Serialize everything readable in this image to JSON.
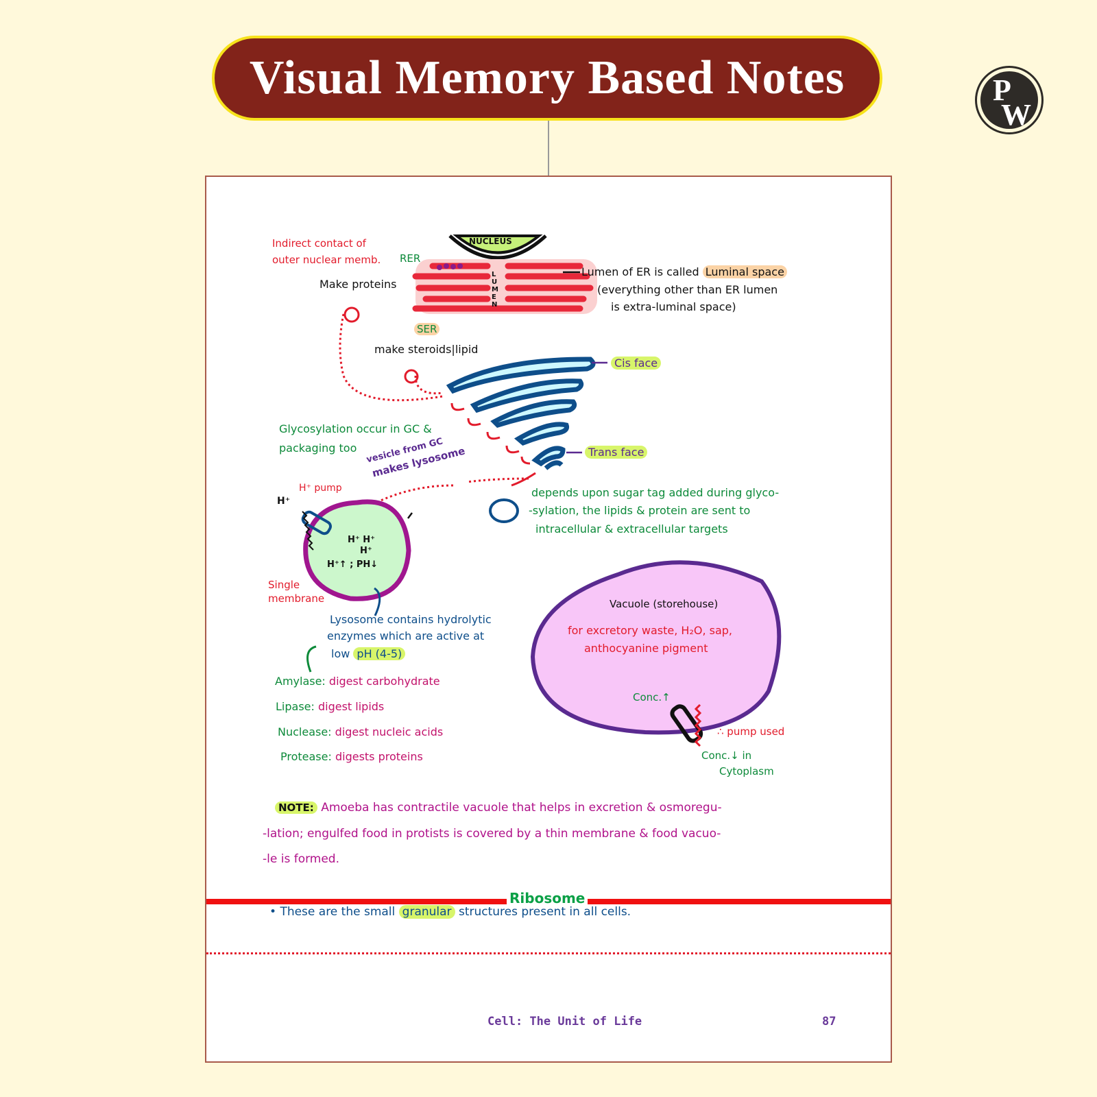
{
  "header": {
    "title": "Visual Memory Based Notes",
    "logo": {
      "top_letter": "P",
      "bottom_letter": "W"
    }
  },
  "colors": {
    "background": "#fff9db",
    "banner_fill": "#82231a",
    "banner_border": "#f7e21b",
    "page_border": "#a85a4a",
    "ribbon": "#f01010",
    "er": "#e8283a",
    "golgi": "#0e4e8a",
    "lysosome_fill": "#ccf7cc",
    "lysosome_border": "#a0168f",
    "vacuole_fill": "#f8c6f8",
    "vacuole_border": "#5a2a90"
  },
  "er_section": {
    "nucleus_label": "NUCLEUS",
    "lumen_label": "LUMEN",
    "indirect_contact": [
      "Indirect contact of",
      "outer nuclear memb."
    ],
    "rer_label": "RER",
    "rer_function": "Make proteins",
    "ser_label": "SER",
    "ser_function_prefix": "make ",
    "ser_function_highlight": "steroids|lipid",
    "lumen_note_prefix": "Lumen of ER is called ",
    "lumen_note_highlight": "Luminal space",
    "lumen_note_line2": "(everything other than ER lumen",
    "lumen_note_line3": "is extra-luminal space)"
  },
  "golgi_section": {
    "cis_face": "Cis face",
    "trans_face": "Trans face",
    "glycosylation": [
      "Glycosylation occur in GC &",
      "packaging too"
    ],
    "vesicle_note": [
      "vesicle from GC",
      "makes lysosome"
    ],
    "targeting_note": [
      "depends upon sugar tag added during glyco-",
      "-sylation, the lipids & protein are sent to",
      "intracellular & extracellular targets"
    ]
  },
  "lysosome_section": {
    "h_pump": "H⁺ pump",
    "h_in": "H⁺",
    "h_inside": [
      "H⁺  H⁺",
      "H⁺"
    ],
    "ph_note": "H⁺↑ ; PH↓",
    "single_membrane": [
      "Single",
      "membrane"
    ],
    "description": [
      "Lysosome contains hydrolytic",
      "enzymes which are active at"
    ],
    "low_ph_prefix": "low ",
    "low_ph_highlight": "pH (4-5)",
    "enzymes": [
      {
        "name": "Amylase:",
        "function": "digest carbohydrate"
      },
      {
        "name": "Lipase:",
        "function": "digest lipids"
      },
      {
        "name": "Nuclease:",
        "function": "digest nucleic acids"
      },
      {
        "name": "Protease:",
        "function": "digests proteins"
      }
    ]
  },
  "vacuole_section": {
    "title": "Vacuole (storehouse)",
    "contents": [
      "for excretory waste, H₂O, sap,",
      "anthocyanine pigment"
    ],
    "conc_up": "Conc.↑",
    "pump_used": "∴ pump used",
    "conc_down": [
      "Conc.↓ in",
      "Cytoplasm"
    ]
  },
  "note": {
    "label": "NOTE:",
    "lines": [
      "Amoeba has contractile vacuole that helps in excretion & osmoregu-",
      "-lation; engulfed food in protists is covered by a thin membrane & food vacuo-",
      "-le is formed."
    ]
  },
  "ribosome": {
    "heading": "Ribosome",
    "bullet_prefix": "These are the small ",
    "bullet_highlight": "granular",
    "bullet_suffix": " structures present in all cells."
  },
  "footer": {
    "chapter": "Cell: The Unit of Life",
    "page_number": "87"
  }
}
